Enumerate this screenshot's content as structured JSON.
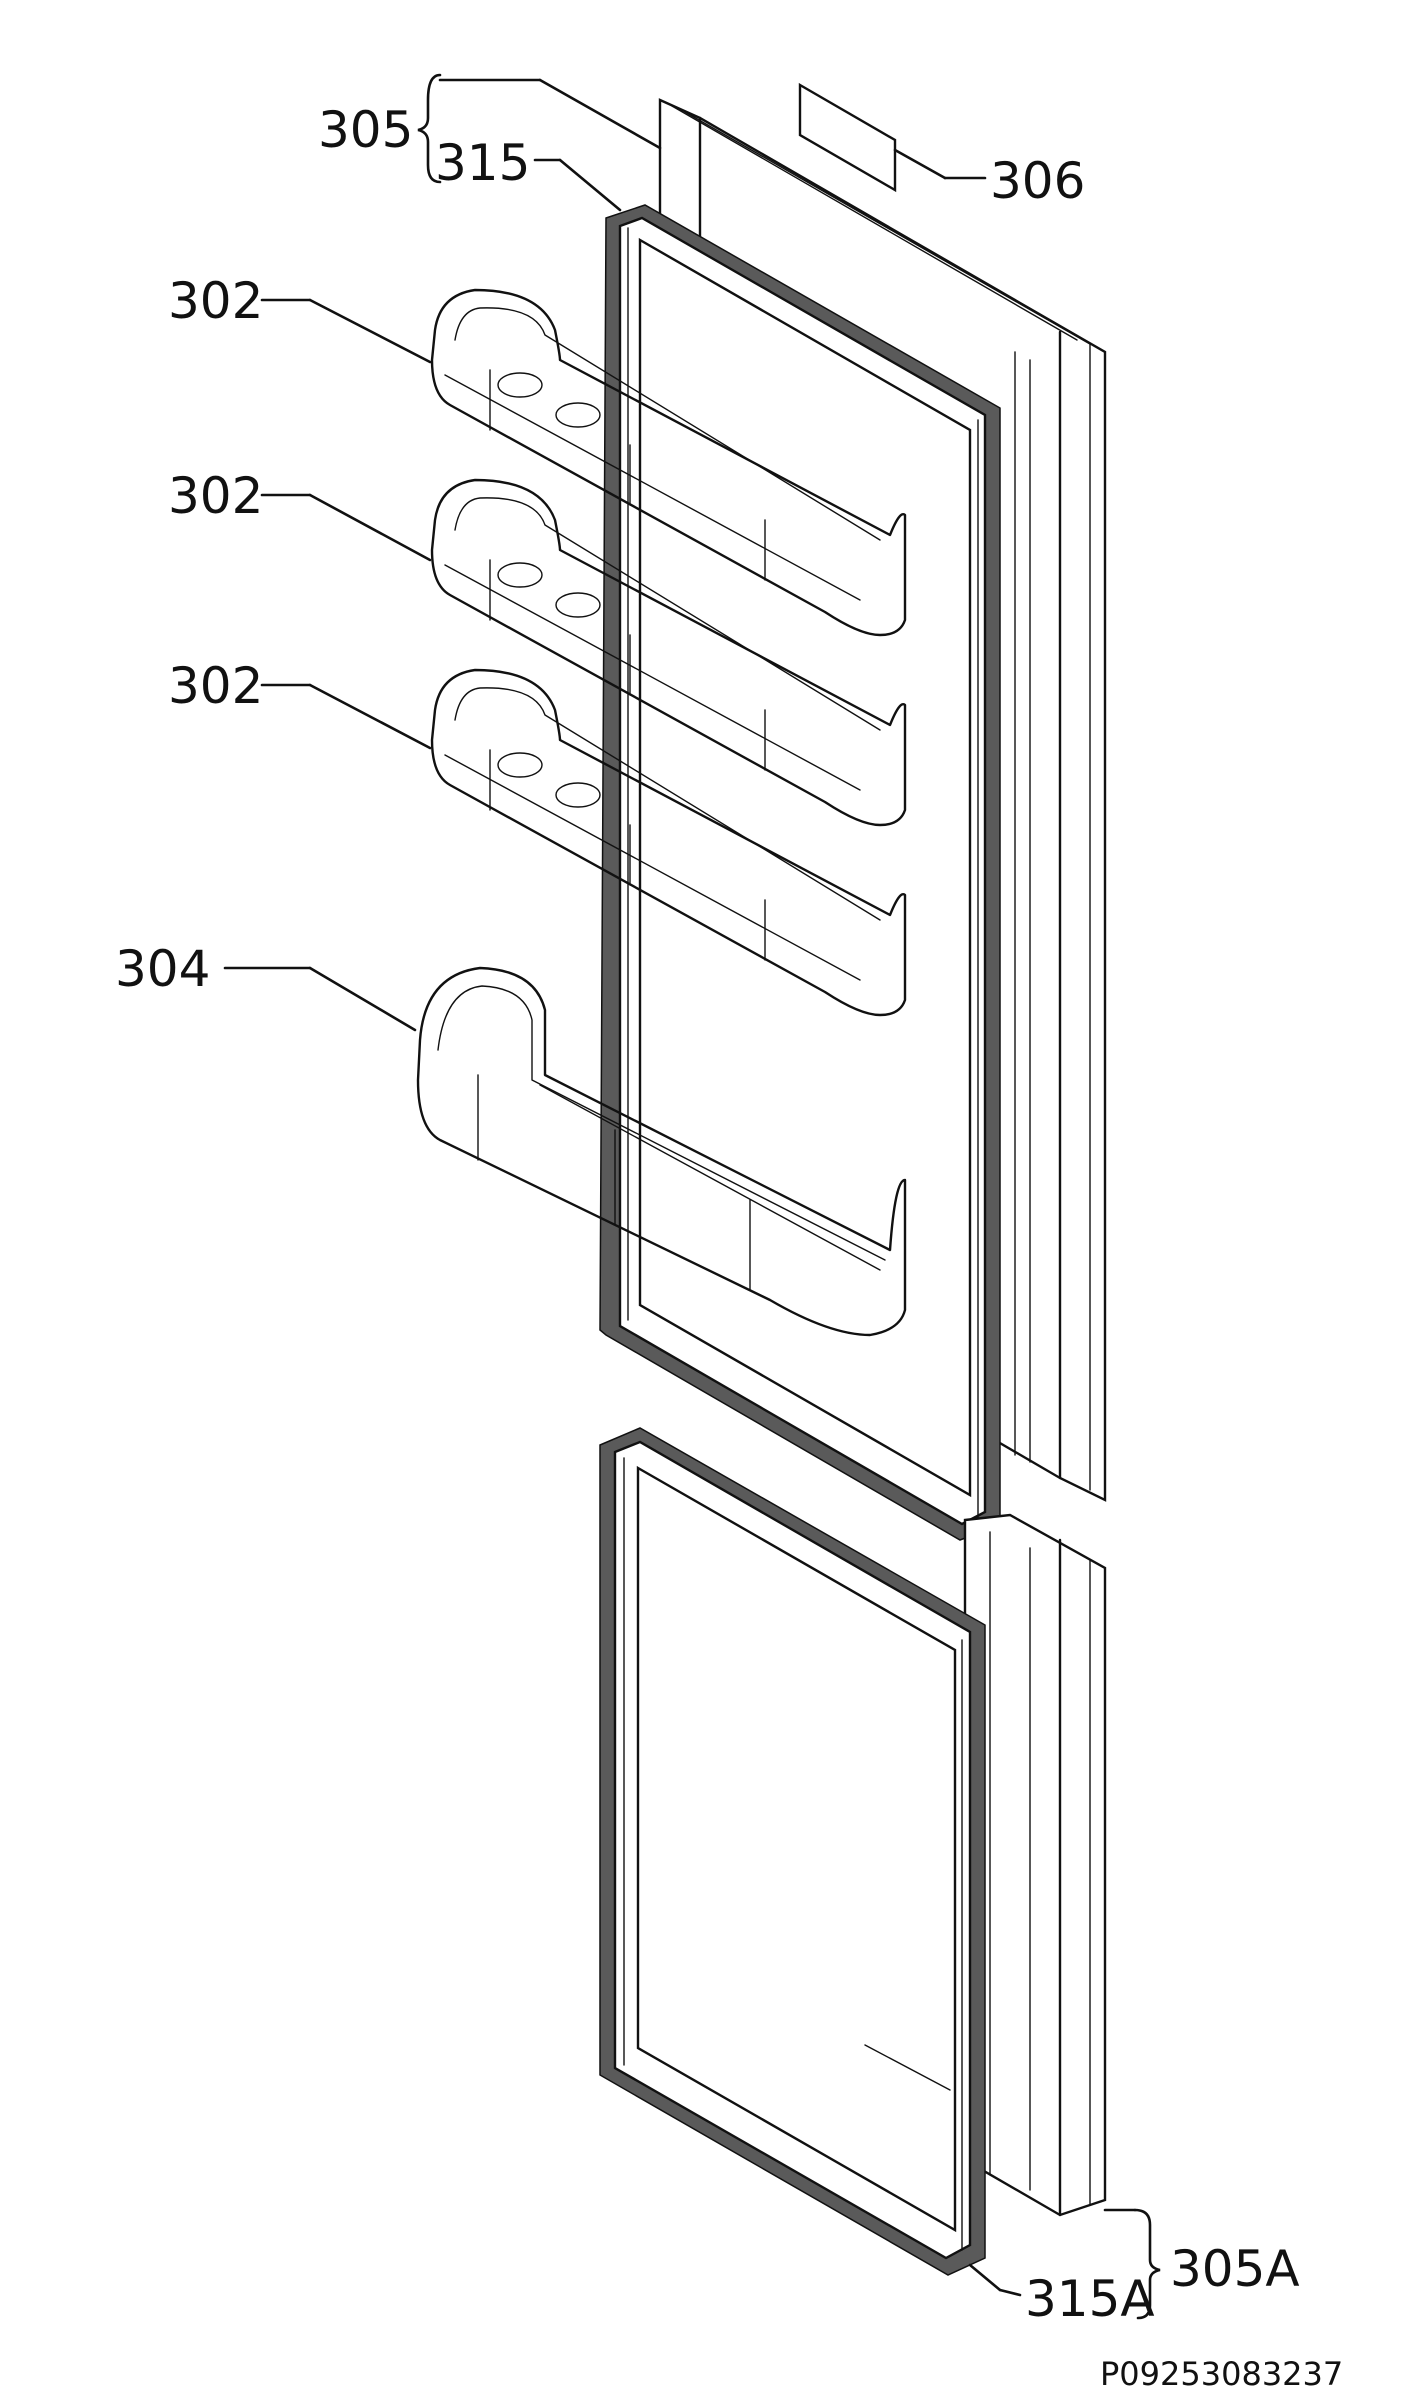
{
  "callouts": {
    "door_upper": "305",
    "gasket_upper": "315",
    "label_plate": "306",
    "shelf_1": "302",
    "shelf_2": "302",
    "shelf_3": "302",
    "bottle_shelf": "304",
    "door_lower": "305A",
    "gasket_lower": "315A"
  },
  "drawing_reference": "P09253083237"
}
